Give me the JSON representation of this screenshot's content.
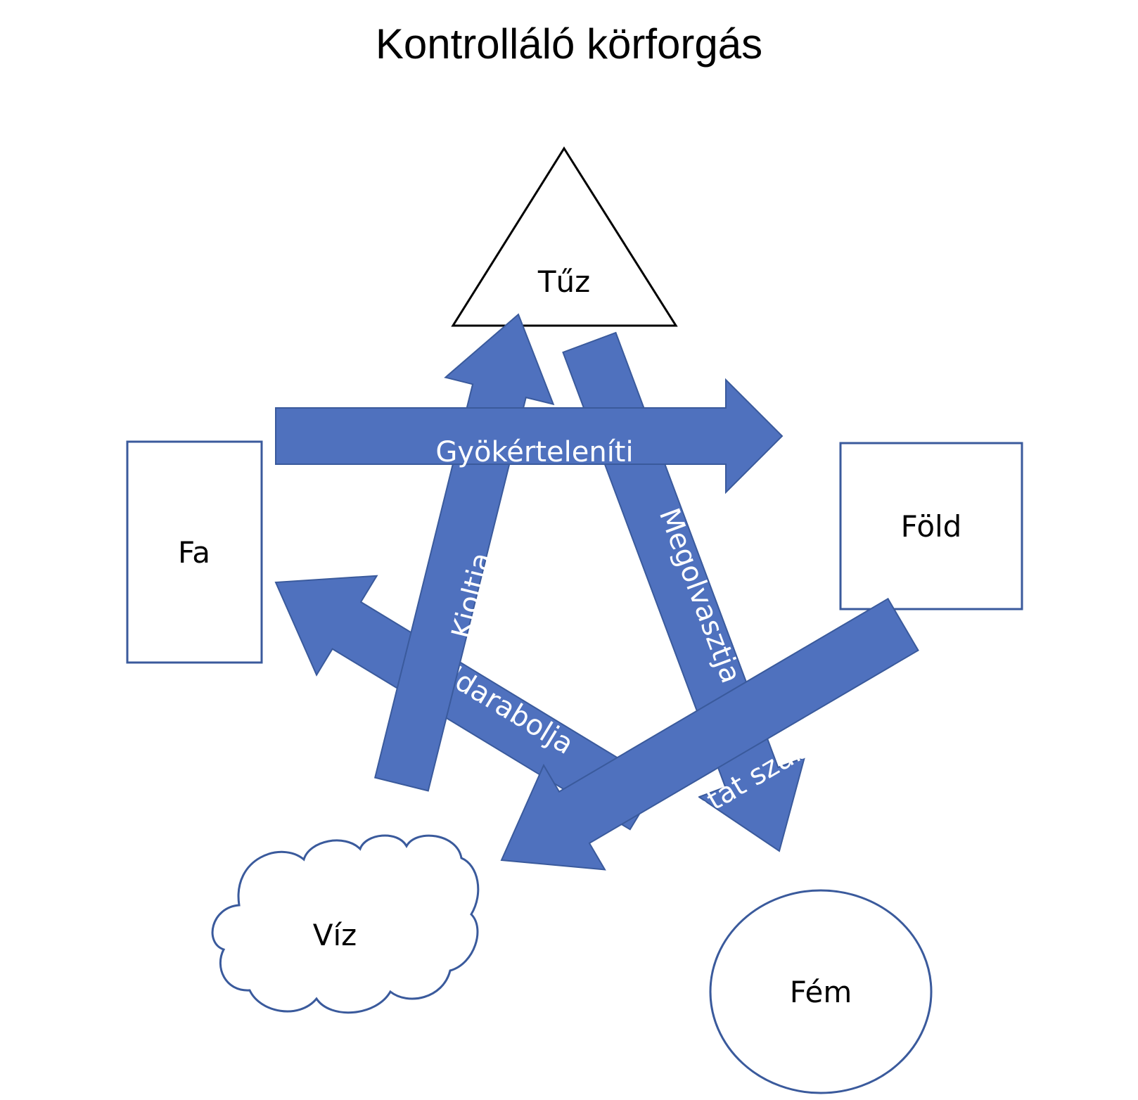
{
  "title": "Kontrolláló körforgás",
  "colors": {
    "arrow_fill": "#4F71BE",
    "arrow_stroke": "#3A5A9C",
    "shape_stroke": "#3A5A9C",
    "triangle_stroke": "#000000"
  },
  "nodes": {
    "fire": {
      "label": "Tűz",
      "shape": "triangle"
    },
    "wood": {
      "label": "Fa",
      "shape": "rectangle"
    },
    "earth": {
      "label": "Föld",
      "shape": "rectangle"
    },
    "water": {
      "label": "Víz",
      "shape": "cloud"
    },
    "metal": {
      "label": "Fém",
      "shape": "ellipse"
    }
  },
  "arrows": [
    {
      "id": "wood-to-earth",
      "from": "Fa",
      "to": "Föld",
      "label": "Gyökérteleníti"
    },
    {
      "id": "water-to-fire",
      "from": "Víz",
      "to": "Tűz",
      "label": "Kioltja"
    },
    {
      "id": "fire-to-metal",
      "from": "Tűz",
      "to": "Fém",
      "label": "Megolvasztja"
    },
    {
      "id": "metal-to-wood",
      "from": "Fém",
      "to": "Fa",
      "label": "Feldarabolja"
    },
    {
      "id": "earth-to-water",
      "from": "Föld",
      "to": "Víz",
      "label": "Gátat szab"
    }
  ]
}
